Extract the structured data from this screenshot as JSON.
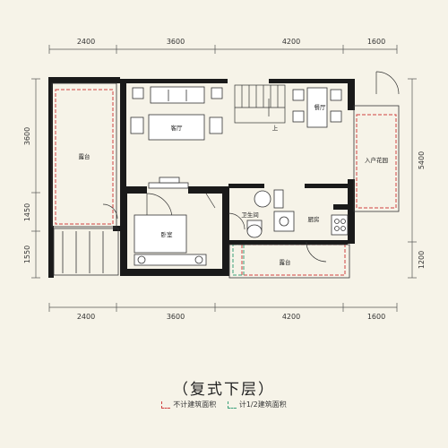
{
  "dimensions": {
    "top": [
      "2400",
      "3600",
      "4200",
      "1600"
    ],
    "bottom": [
      "2400",
      "3600",
      "4200",
      "1600"
    ],
    "left": [
      "3600",
      "1450",
      "1550"
    ],
    "right": [
      "5400",
      "1200"
    ]
  },
  "rooms": {
    "terrace_left": "露台",
    "living": "客厅",
    "stair_up": "上",
    "dining": "餐厅",
    "entry_garden": "入户花园",
    "bathroom": "卫生间",
    "kitchen": "厨房",
    "bedroom": "卧室",
    "terrace_bottom": "露台"
  },
  "caption": "（复式下层）",
  "legend": {
    "excluded_label": "不计建筑面积",
    "half_label": "计1/2建筑面积",
    "excluded_color": "#d04040",
    "half_color": "#3aa07a"
  }
}
